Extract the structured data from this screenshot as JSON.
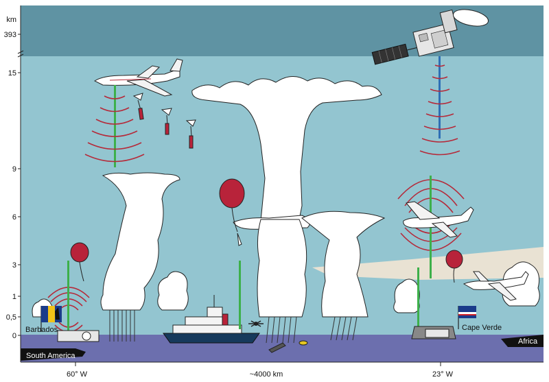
{
  "y_axis": {
    "unit": "km",
    "ticks": [
      "393",
      "15",
      "9",
      "6",
      "3",
      "1",
      "0,5",
      "0"
    ]
  },
  "x_axis": {
    "ticks": [
      "60° W",
      "~4000 km",
      "23° W"
    ]
  },
  "places": {
    "barbados": "Barbados",
    "cape_verde": "Cape Verde",
    "south_america": "South America",
    "africa": "Africa"
  },
  "colors": {
    "space": "#5f93a3",
    "sky": "#93c5d0",
    "ocean": "#6c6fae",
    "dust": "#e9e2d3",
    "balloon": "#b8233a",
    "radar_ring": "#b52a3a",
    "beam_green": "#3db04a",
    "beam_blue": "#2e6fb5"
  }
}
